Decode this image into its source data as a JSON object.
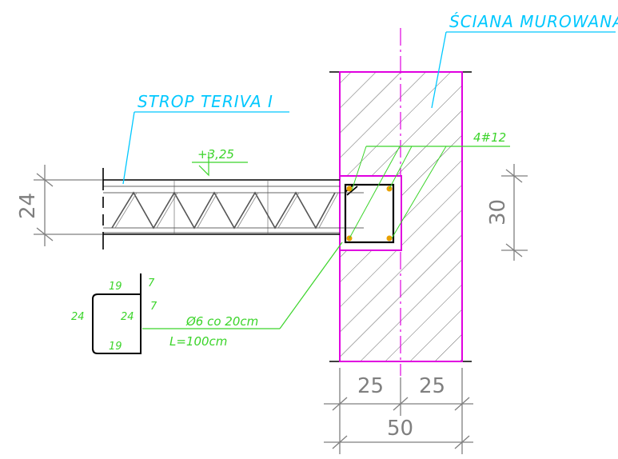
{
  "labels": {
    "wall_title": "ŚCIANA MUROWANA",
    "slab_title": "STROP TERIVA I",
    "level": "+3,25",
    "rebar_main": "4#12",
    "stirrup_spacing": "Ø6 co 20cm",
    "stirrup_length": "L=100cm"
  },
  "dimensions": {
    "slab_height": "24",
    "beam_height": "30",
    "left_part": "25",
    "right_part": "25",
    "total_width": "50"
  },
  "stirrup_shape": {
    "top": "19",
    "bottom": "19",
    "left": "24",
    "inner_height": "24",
    "hook_top": "7",
    "hook_bottom": "7"
  },
  "colors": {
    "wall_outline": "#e000e0",
    "leader": "#00c8ff",
    "annotation": "#3bd42a",
    "rebar": "#e8a000",
    "dimension": "#7f7f7f",
    "lines": "#000000"
  }
}
